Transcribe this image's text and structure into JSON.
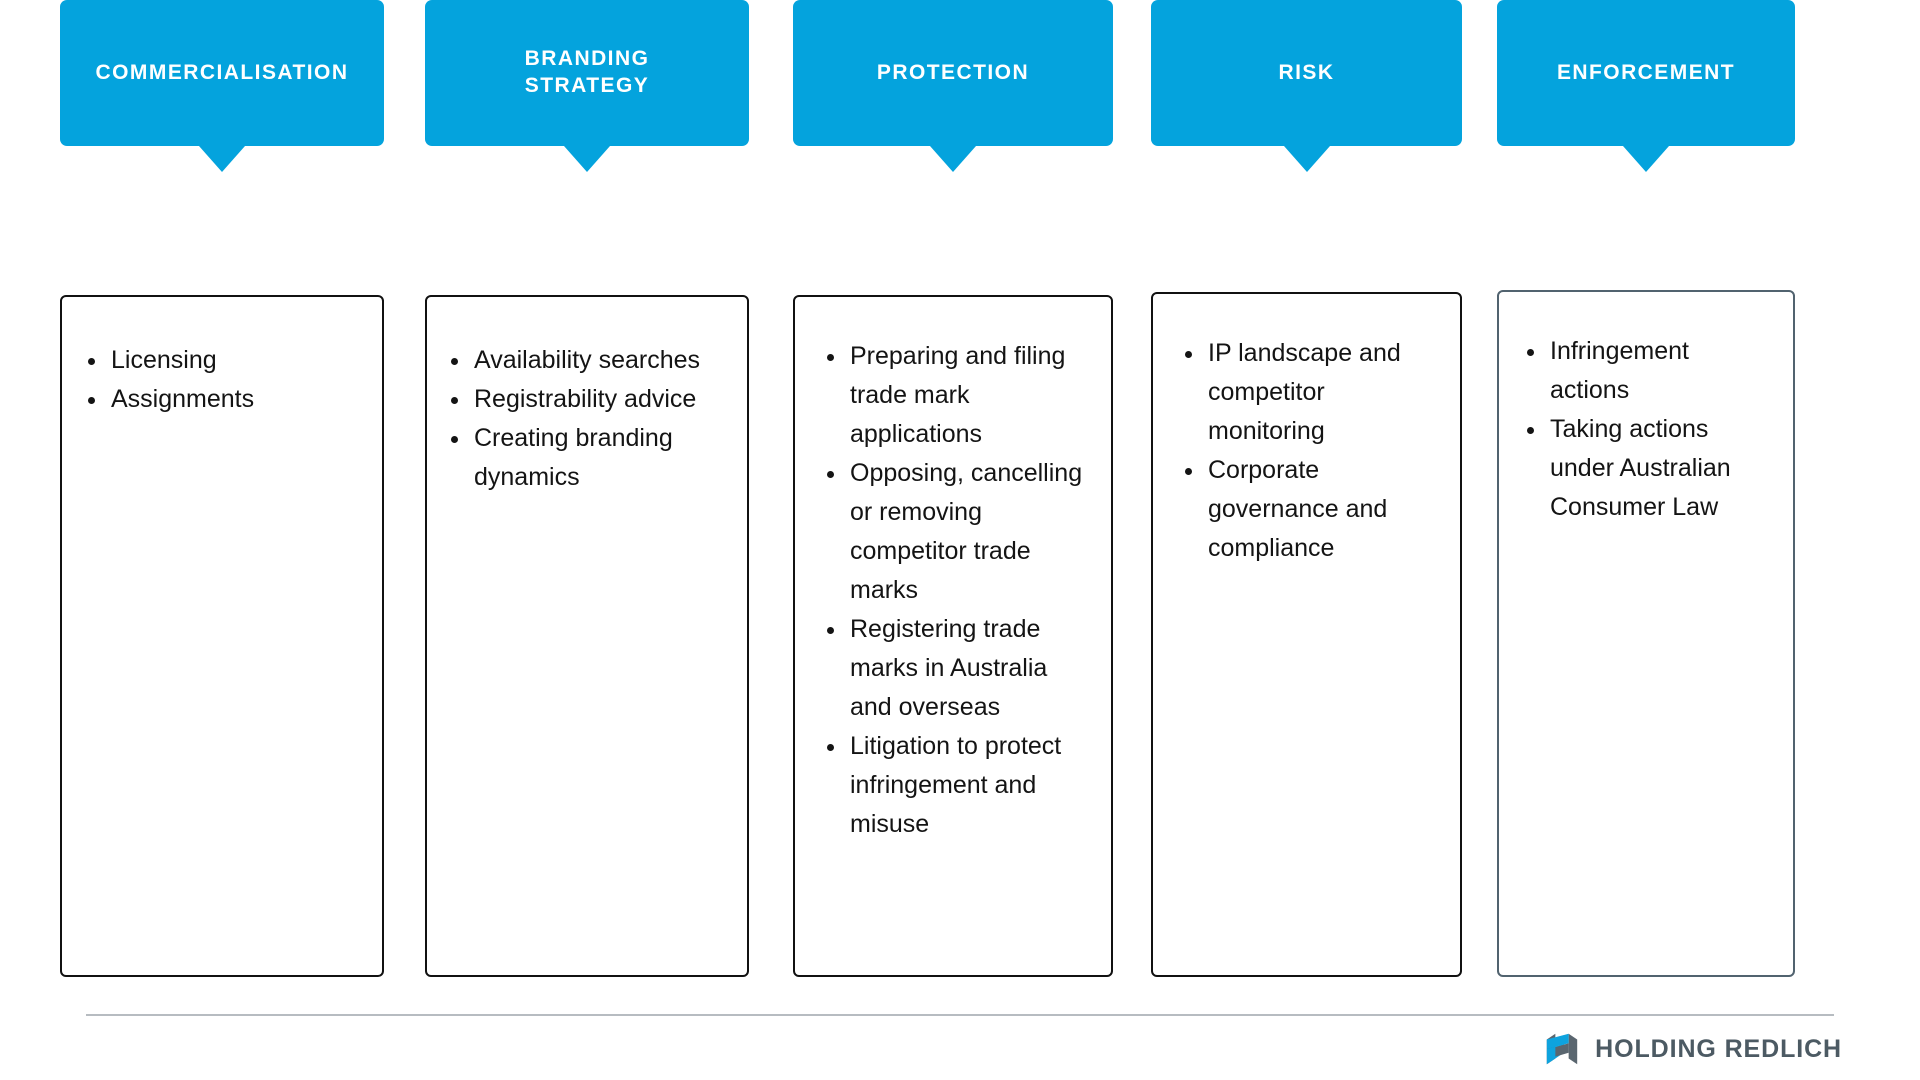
{
  "slide": {
    "background_color": "#ffffff",
    "accent_color": "#04A3DD",
    "text_color": "#141414",
    "border_color": "#111111",
    "muted_border_color": "#51636f"
  },
  "columns": [
    {
      "id": "commercialisation",
      "header": "COMMERCIALISATION",
      "header_lines": [
        "COMMERCIALISATION"
      ],
      "items": [
        "Licensing",
        "Assignments"
      ]
    },
    {
      "id": "branding-strategy",
      "header": "BRANDING STRATEGY",
      "header_lines": [
        "BRANDING",
        "STRATEGY"
      ],
      "items": [
        "Availability searches",
        "Registrability advice",
        "Creating branding dynamics"
      ]
    },
    {
      "id": "protection",
      "header": "PROTECTION",
      "header_lines": [
        "PROTECTION"
      ],
      "items": [
        "Preparing and filing trade mark applications",
        "Opposing, cancelling or removing competitor trade marks",
        "Registering trade marks in Australia and overseas",
        "Litigation to protect infringement and misuse"
      ]
    },
    {
      "id": "risk",
      "header": "RISK",
      "header_lines": [
        "RISK"
      ],
      "items": [
        "IP landscape and competitor monitoring",
        "Corporate governance and compliance"
      ]
    },
    {
      "id": "enforcement",
      "header": "ENFORCEMENT",
      "header_lines": [
        "ENFORCEMENT"
      ],
      "items": [
        "Infringement actions",
        "Taking actions under Australian Consumer Law"
      ]
    }
  ],
  "footer": {
    "brand_name": "HOLDING REDLICH",
    "logo_icon": "holding-redlich-h-mark",
    "logo_colors": {
      "blue": "#0EA3DE",
      "grey": "#5A666F"
    },
    "rule_color": "#b7bcc1"
  }
}
